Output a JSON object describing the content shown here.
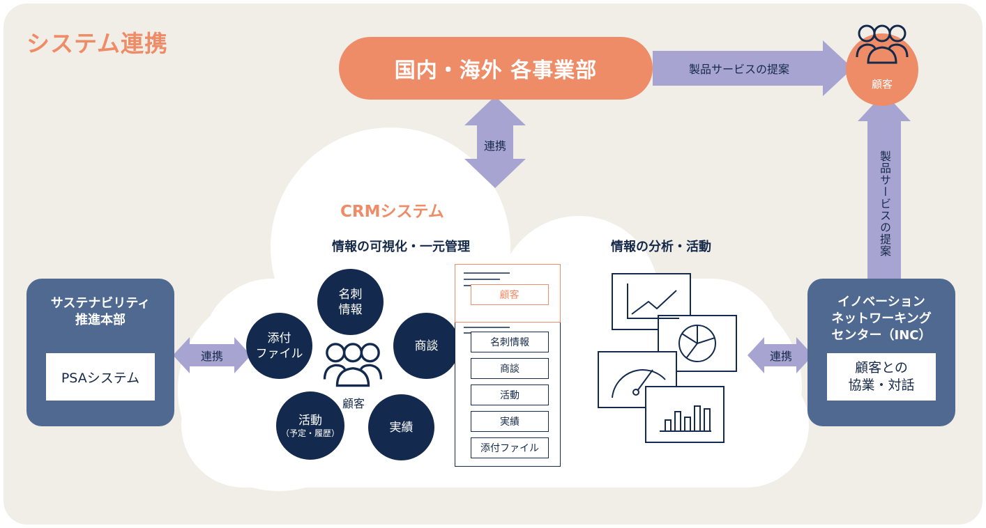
{
  "title": "システム連携",
  "departments": "国内・海外 各事業部",
  "customer": {
    "label": "顧客"
  },
  "arrows": {
    "proposal_h": "製品サービスの提案",
    "proposal_v": "製品サービスの提案",
    "link_top": "連携",
    "link_left": "連携",
    "link_right": "連携"
  },
  "crm": {
    "title": "CRMシステム",
    "visual_heading": "情報の可視化・一元管理",
    "analysis_heading": "情報の分析・活動",
    "center_label": "顧客",
    "circles": [
      {
        "line1": "名刺",
        "line2": "情報"
      },
      {
        "line1": "添付",
        "line2": "ファイル"
      },
      {
        "line1": "商談"
      },
      {
        "line1": "活動",
        "line2": "（予定・履歴）"
      },
      {
        "line1": "実績"
      }
    ],
    "record_highlight": "顧客",
    "record_fields": [
      "名刺情報",
      "商談",
      "活動",
      "実績",
      "添付ファイル"
    ]
  },
  "left_box": {
    "title_line1": "サステナビリティ",
    "title_line2": "推進本部",
    "system": "PSAシステム"
  },
  "right_box": {
    "title_line1": "イノベーション",
    "title_line2": "ネットワーキング",
    "title_line3": "センター（INC）",
    "desc_line1": "顧客との",
    "desc_line2": "協業・対話"
  },
  "colors": {
    "accent": "#ef8c68",
    "navy": "#132a4e",
    "slate": "#4f6990",
    "arrow": "#a8a4d2",
    "background": "#f1eee7"
  },
  "icons": [
    "people-group-icon",
    "line-chart-icon",
    "pie-chart-icon",
    "gauge-icon",
    "bar-chart-icon",
    "document-icon"
  ]
}
